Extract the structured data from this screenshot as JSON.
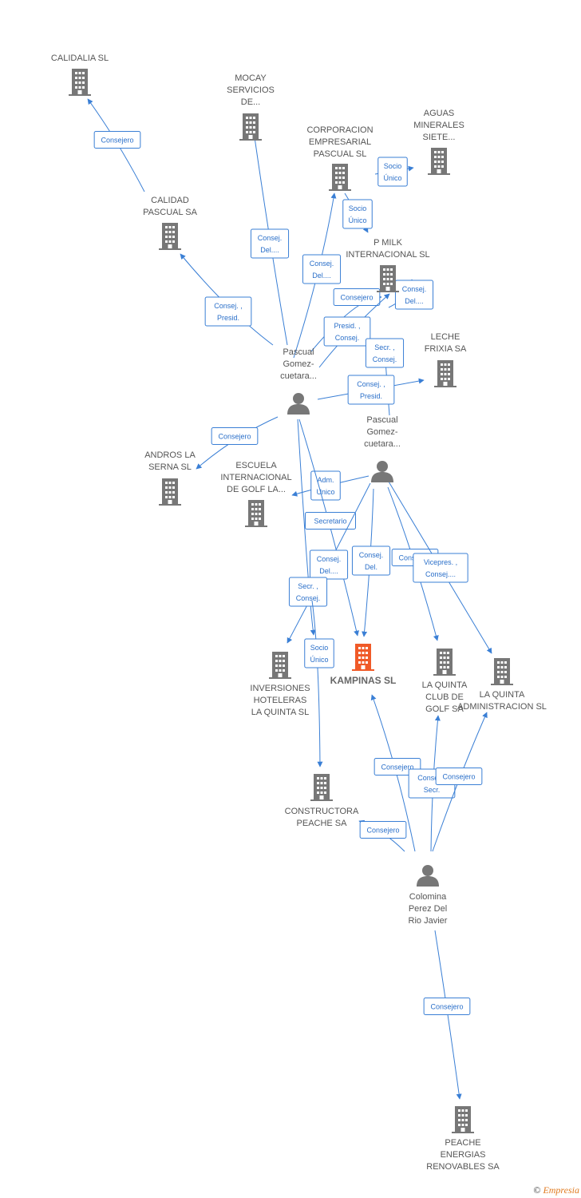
{
  "colors": {
    "company": "#777777",
    "focus": "#f05a28",
    "person": "#777777",
    "edge": "#3a7fd5"
  },
  "nodes": [
    {
      "id": "calidalia",
      "kind": "company",
      "label": [
        "CALIDALIA SL"
      ]
    },
    {
      "id": "mocay",
      "kind": "company",
      "label": [
        "MOCAY",
        "SERVICIOS",
        "DE..."
      ]
    },
    {
      "id": "corporacion",
      "kind": "company",
      "label": [
        "CORPORACION",
        "EMPRESARIAL",
        "PASCUAL  SL"
      ]
    },
    {
      "id": "aguas",
      "kind": "company",
      "label": [
        "AGUAS",
        "MINERALES",
        "SIETE..."
      ]
    },
    {
      "id": "calidad",
      "kind": "company",
      "label": [
        "CALIDAD",
        "PASCUAL SA"
      ]
    },
    {
      "id": "pmilk",
      "kind": "company",
      "label": [
        "P MILK",
        "INTERNACIONAL SL"
      ]
    },
    {
      "id": "leche",
      "kind": "company",
      "label": [
        "LECHE",
        "FRIXIA SA"
      ]
    },
    {
      "id": "pascual1",
      "kind": "person",
      "label": [
        "Pascual",
        "Gomez-",
        "cuetara..."
      ]
    },
    {
      "id": "pascual2",
      "kind": "person",
      "label": [
        "Pascual",
        "Gomez-",
        "cuetara..."
      ]
    },
    {
      "id": "andros",
      "kind": "company",
      "label": [
        "ANDROS LA",
        "SERNA  SL"
      ]
    },
    {
      "id": "escuela",
      "kind": "company",
      "label": [
        "ESCUELA",
        "INTERNACIONAL",
        "DE GOLF LA..."
      ]
    },
    {
      "id": "inversiones",
      "kind": "company",
      "label": [
        "INVERSIONES",
        "HOTELERAS",
        "LA QUINTA SL"
      ]
    },
    {
      "id": "kampinas",
      "kind": "focus",
      "label": [
        "KAMPINAS SL"
      ]
    },
    {
      "id": "quintaclub",
      "kind": "company",
      "label": [
        "LA QUINTA",
        "CLUB DE",
        "GOLF SA"
      ]
    },
    {
      "id": "quintaadmin",
      "kind": "company",
      "label": [
        "LA QUINTA",
        "ADMINISTRACION SL"
      ]
    },
    {
      "id": "constructora",
      "kind": "company",
      "label": [
        "CONSTRUCTORA",
        "PEACHE SA"
      ]
    },
    {
      "id": "colomina",
      "kind": "person",
      "label": [
        "Colomina",
        "Perez Del",
        "Rio Javier"
      ]
    },
    {
      "id": "peache",
      "kind": "company",
      "label": [
        "PEACHE",
        "ENERGIAS",
        "RENOVABLES SA"
      ]
    }
  ],
  "edges": [
    {
      "label": [
        "Consejero"
      ]
    },
    {
      "label": [
        "Consej.",
        "Del...."
      ]
    },
    {
      "label": [
        "Consej.",
        "Del...."
      ]
    },
    {
      "label": [
        "Socio",
        "Único"
      ]
    },
    {
      "label": [
        "Socio",
        "Único"
      ]
    },
    {
      "label": [
        "Consej.",
        "Del...."
      ]
    },
    {
      "label": [
        "Consej. ,",
        "Presid."
      ]
    },
    {
      "label": [
        "Consejero"
      ]
    },
    {
      "label": [
        "Presid. ,",
        "Consej."
      ]
    },
    {
      "label": [
        "Secr. ,",
        "Consej."
      ]
    },
    {
      "label": [
        "Consej. ,",
        "Presid."
      ]
    },
    {
      "label": [
        "Consejero"
      ]
    },
    {
      "label": [
        "Adm.",
        "Unico"
      ]
    },
    {
      "label": [
        "Secretario"
      ]
    },
    {
      "label": [
        "Consej.",
        "Del...."
      ]
    },
    {
      "label": [
        "Consej.",
        "Del."
      ]
    },
    {
      "label": [
        "Consejero"
      ]
    },
    {
      "label": [
        "Vicepres. ,",
        "Consej...."
      ]
    },
    {
      "label": [
        "Secr. ,",
        "Consej."
      ]
    },
    {
      "label": [
        "Socio",
        "Único"
      ]
    },
    {
      "label": [
        "Consejero"
      ]
    },
    {
      "label": [
        "Consej. ,",
        "Secr."
      ]
    },
    {
      "label": [
        "Consejero"
      ]
    },
    {
      "label": [
        "Consejero"
      ]
    },
    {
      "label": [
        "Consejero"
      ]
    }
  ],
  "footer": {
    "copyright": "©",
    "brand": "Empresia"
  }
}
